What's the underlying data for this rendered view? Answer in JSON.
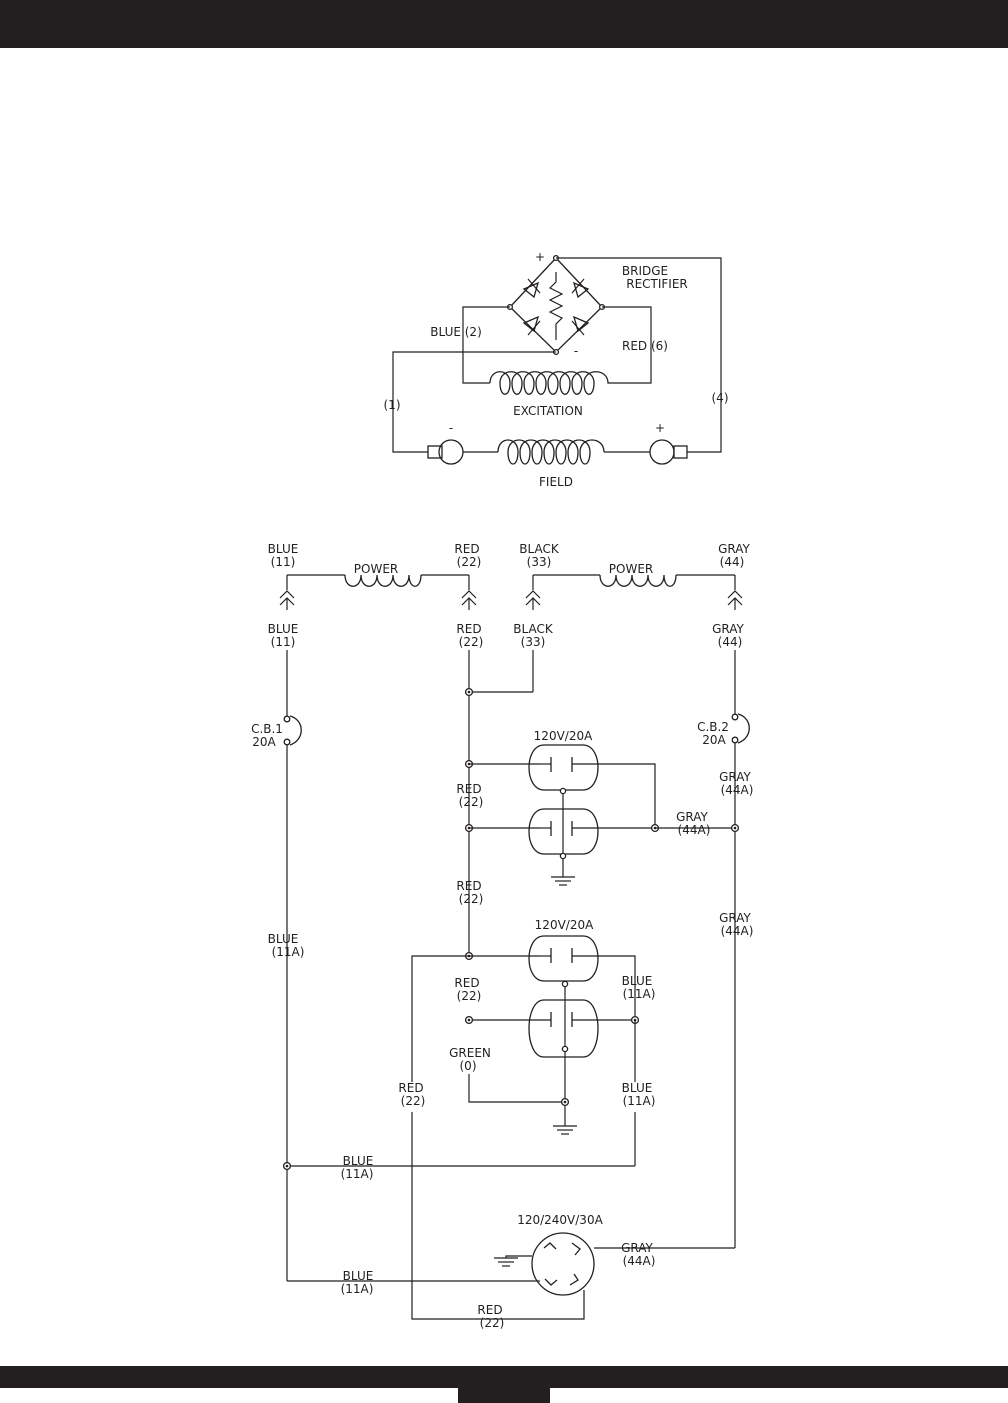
{
  "diagram": {
    "rectifier": {
      "title_line1": "BRIDGE",
      "title_line2": "RECTIFIER",
      "plus": "+",
      "minus": "-"
    },
    "excitation": {
      "blue_lead": "BLUE (2)",
      "red_lead": "RED (6)",
      "coil_label": "EXCITATION",
      "lead_1": "(1)",
      "lead_4": "(4)"
    },
    "field": {
      "coil_label": "FIELD",
      "minus": "-",
      "plus": "+"
    },
    "power_winding_1": {
      "coil_label": "POWER",
      "left_top": [
        "BLUE",
        "(11)"
      ],
      "right_top": [
        "RED",
        "(22)"
      ],
      "left_bottom": [
        "BLUE",
        "(11)"
      ],
      "right_bottom": [
        "RED",
        "(22)"
      ]
    },
    "power_winding_2": {
      "coil_label": "POWER",
      "left_top": [
        "BLACK",
        "(33)"
      ],
      "right_top": [
        "GRAY",
        "(44)"
      ],
      "left_bottom": [
        "BLACK",
        "(33)"
      ],
      "right_bottom": [
        "GRAY",
        "(44)"
      ]
    },
    "breakers": {
      "cb1": [
        "C.B.1",
        "20A"
      ],
      "cb2": [
        "C.B.2",
        "20A"
      ]
    },
    "receptacle_1": {
      "rating": "120V/20A",
      "red_lead": [
        "RED",
        "(22)"
      ],
      "gray_lead": [
        "GRAY",
        "(44A)"
      ],
      "gray_cb_lead": [
        "GRAY",
        "(44A)"
      ]
    },
    "receptacle_2": {
      "rating": "120V/20A",
      "red_lead_above": [
        "RED",
        "(22)"
      ],
      "red_lead": [
        "RED",
        "(22)"
      ],
      "blue_lead": [
        "BLUE",
        "(11A)"
      ],
      "green_lead": [
        "GREEN",
        "(0)"
      ],
      "blue_lead_lower": [
        "BLUE",
        "(11A)"
      ]
    },
    "left_bus": {
      "blue_11a": [
        "BLUE",
        "(11A)"
      ],
      "red_22": [
        "RED",
        "(22)"
      ],
      "blue_11a_mid": [
        "BLUE",
        "(11A)"
      ],
      "blue_11a_low": [
        "BLUE",
        "(11A)"
      ]
    },
    "right_bus": {
      "gray_44a": [
        "GRAY",
        "(44A)"
      ]
    },
    "twist_lock": {
      "rating": "120/240V/30A",
      "gray_lead": [
        "GRAY",
        "(44A)"
      ],
      "red_lead": [
        "RED",
        "(22)"
      ]
    }
  }
}
